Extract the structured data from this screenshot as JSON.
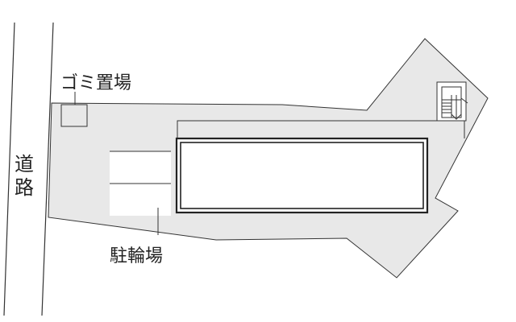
{
  "labels": {
    "garbage": "ゴミ置場",
    "road_char_1": "道",
    "road_char_2": "路",
    "bicycle_parking": "駐輪場"
  },
  "colors": {
    "site_fill": "#e8e8e8",
    "line": "#333333",
    "building_fill": "#ffffff",
    "background": "#ffffff"
  },
  "icons": {
    "stairs": "stairs-icon"
  }
}
